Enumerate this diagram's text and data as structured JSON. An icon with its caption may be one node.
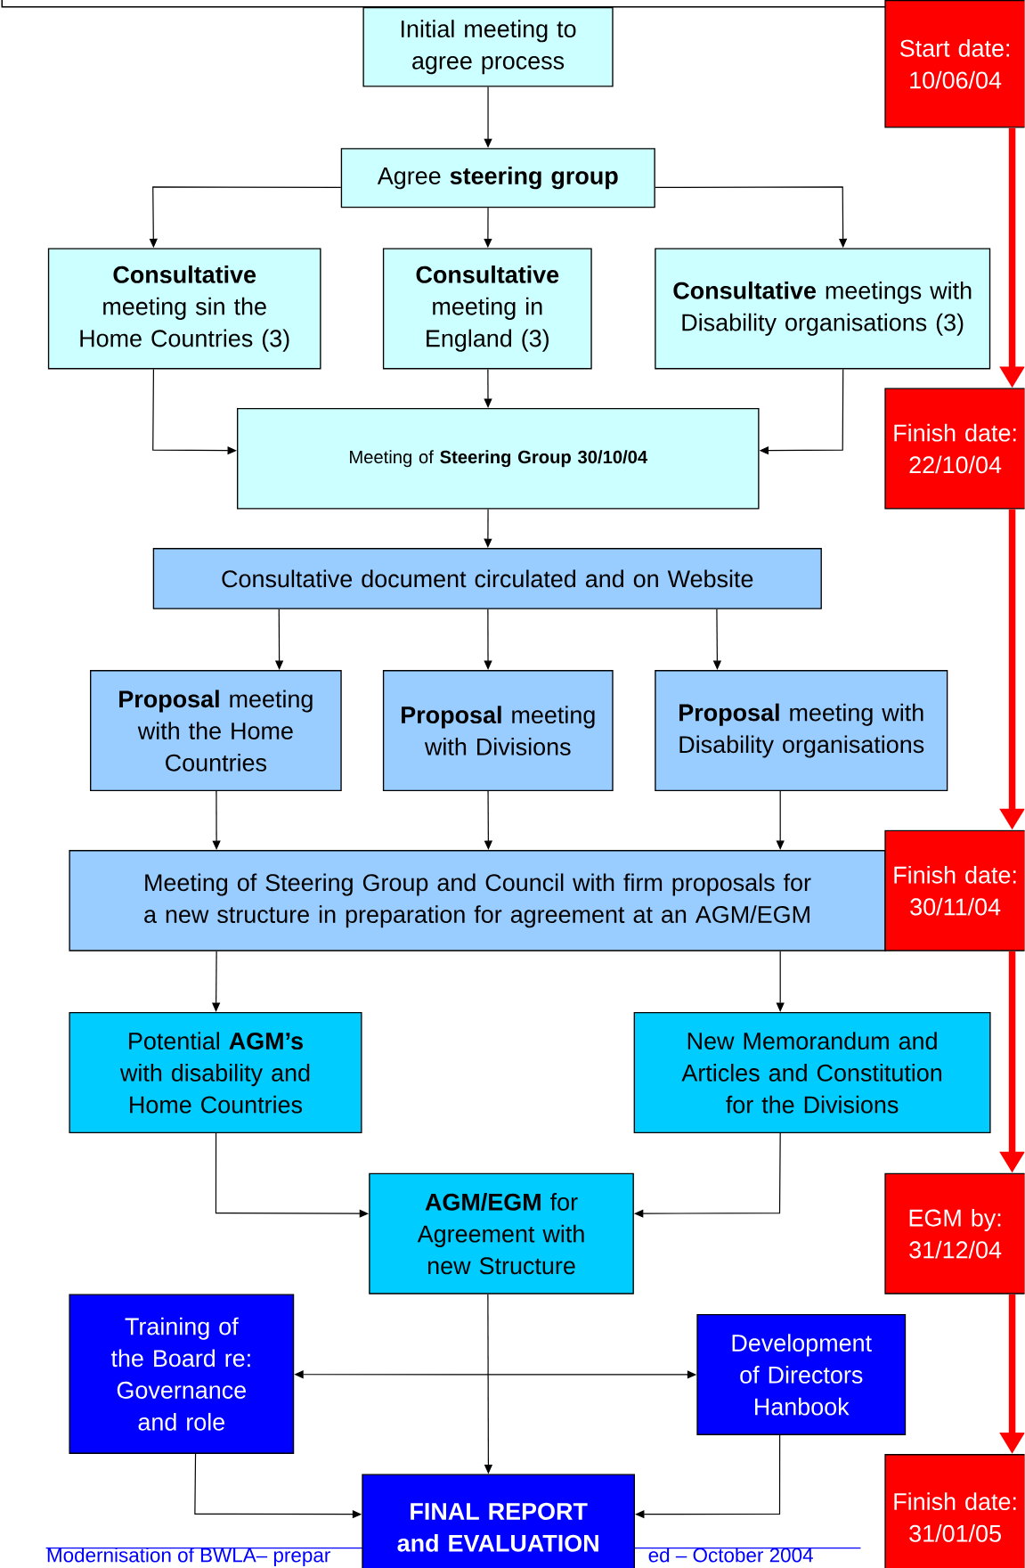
{
  "diagram": {
    "nodes": [
      {
        "text": [
          "Initial meeting to agree process"
        ]
      },
      {
        "text": [
          "Agree **steering group**"
        ]
      },
      {
        "text": [
          "**Consultative** meeting sin the Home Countries (3)"
        ]
      },
      {
        "text": [
          "**Consultative** meeting in England (3)"
        ]
      },
      {
        "text": [
          "**Consultative** meetings with Disability organisations (3)"
        ]
      },
      {
        "text": [
          "Meeting of **Steering Group 30/10/04**"
        ]
      },
      {
        "text": [
          "Consultative document circulated and on Website"
        ]
      },
      {
        "text": [
          "**Proposal** meeting with the Home Countries"
        ]
      },
      {
        "text": [
          "**Proposal** meeting with Divisions"
        ]
      },
      {
        "text": [
          "**Proposal** meeting with Disability organisations"
        ]
      },
      {
        "text": [
          "Meeting of Steering Group and Council with firm proposals for a new structure in preparation for agreement at an AGM/EGM"
        ]
      },
      {
        "text": [
          "Potential **AGM’s** with disability and Home Countries"
        ]
      },
      {
        "text": [
          "New Memorandum and Articles and Constitution for the Divisions"
        ]
      },
      {
        "text": [
          "**AGM/EGM** for Agreement with new Structure"
        ]
      },
      {
        "text": [
          "Training of the Board re: Governance and role"
        ]
      },
      {
        "text": [
          "Development of Directors Hanbook"
        ]
      },
      {
        "text": [
          "FINAL REPORT and EVALUATION"
        ]
      },
      {
        "text": [
          "Start date: 10/06/04"
        ]
      },
      {
        "text": [
          "Finish date: 22/10/04"
        ]
      },
      {
        "text": [
          "Finish date: 30/11/04"
        ]
      },
      {
        "text": [
          "EGM by: 31/12/04"
        ]
      },
      {
        "text": [
          "Finish date: 31/01/05"
        ]
      }
    ],
    "edges": [
      {
        "from": 0,
        "to": 1,
        "arrow": "to"
      },
      {
        "from": 1,
        "to": 2,
        "arrow": "to"
      },
      {
        "from": 1,
        "to": 3,
        "arrow": "to"
      },
      {
        "from": 1,
        "to": 4,
        "arrow": "to"
      },
      {
        "from": 2,
        "to": 5,
        "arrow": "to"
      },
      {
        "from": 3,
        "to": 5,
        "arrow": "to"
      },
      {
        "from": 4,
        "to": 5,
        "arrow": "to"
      },
      {
        "from": 5,
        "to": 6,
        "arrow": "to"
      },
      {
        "from": 6,
        "to": 7,
        "arrow": "to"
      },
      {
        "from": 6,
        "to": 8,
        "arrow": "to"
      },
      {
        "from": 6,
        "to": 9,
        "arrow": "to"
      },
      {
        "from": 7,
        "to": 10,
        "arrow": "to"
      },
      {
        "from": 8,
        "to": 10,
        "arrow": "to"
      },
      {
        "from": 9,
        "to": 10,
        "arrow": "to"
      },
      {
        "from": 10,
        "to": 11,
        "arrow": "to"
      },
      {
        "from": 10,
        "to": 12,
        "arrow": "to"
      },
      {
        "from": 11,
        "to": 13,
        "arrow": "to"
      },
      {
        "from": 12,
        "to": 13,
        "arrow": "to"
      },
      {
        "from": 13,
        "to": 16,
        "arrow": "to"
      },
      {
        "from": 14,
        "to": 15,
        "arrow": "both"
      },
      {
        "from": 14,
        "to": 16,
        "arrow": "to"
      },
      {
        "from": 15,
        "to": 16,
        "arrow": "to"
      },
      {
        "from": 17,
        "to": 18,
        "arrow": "to",
        "style": "thick",
        "color": "#ff0000"
      },
      {
        "from": 18,
        "to": 19,
        "arrow": "to",
        "style": "thick",
        "color": "#ff0000"
      },
      {
        "from": 19,
        "to": 20,
        "arrow": "to",
        "style": "thick",
        "color": "#ff0000"
      },
      {
        "from": 20,
        "to": 21,
        "arrow": "to",
        "style": "thick",
        "color": "#ff0000"
      }
    ],
    "labels": [
      "Modernisation of BWLA– prepar",
      "ed – October 2004"
    ]
  }
}
